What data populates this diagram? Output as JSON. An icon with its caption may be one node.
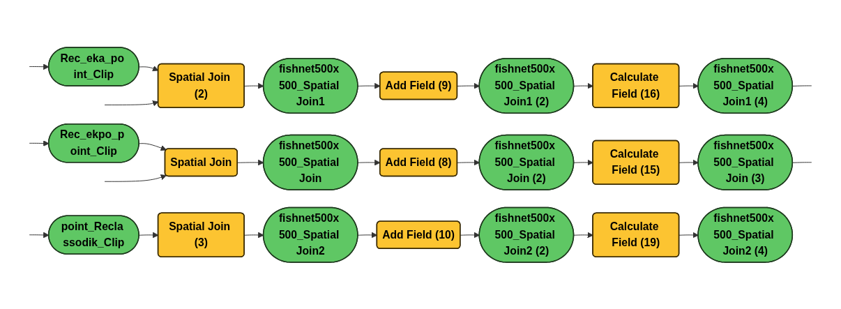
{
  "diagram": {
    "nodes": [
      {
        "text": [
          "Rec_eka_po int_Clip"
        ]
      },
      {
        "text": [
          "Spatial Join (2)"
        ]
      },
      {
        "text": [
          "fishnet500x 500_Spatial Join1"
        ]
      },
      {
        "text": [
          "Add Field (9)"
        ]
      },
      {
        "text": [
          "fishnet500x 500_Spatial Join1 (2)"
        ]
      },
      {
        "text": [
          "Calculate Field (16)"
        ]
      },
      {
        "text": [
          "fishnet500x 500_Spatial Join1 (4)"
        ]
      },
      {
        "text": [
          "Rec_ekpo_p oint_Clip"
        ]
      },
      {
        "text": [
          "Spatial Join"
        ]
      },
      {
        "text": [
          "fishnet500x 500_Spatial Join"
        ]
      },
      {
        "text": [
          "Add Field (8)"
        ]
      },
      {
        "text": [
          "fishnet500x 500_Spatial Join (2)"
        ]
      },
      {
        "text": [
          "Calculate Field (15)"
        ]
      },
      {
        "text": [
          "fishnet500x 500_Spatial Join (3)"
        ]
      },
      {
        "text": [
          "point_Recla ssodik_Clip"
        ]
      },
      {
        "text": [
          "Spatial Join (3)"
        ]
      },
      {
        "text": [
          "fishnet500x 500_Spatial Join2"
        ]
      },
      {
        "text": [
          "Add Field (10)"
        ]
      },
      {
        "text": [
          "fishnet500x 500_Spatial Join2 (2)"
        ]
      },
      {
        "text": [
          "Calculate Field (19)"
        ]
      },
      {
        "text": [
          "fishnet500x 500_Spatial Join2 (4)"
        ]
      }
    ],
    "edges": [
      {
        "from": null,
        "to": 0,
        "arrow": "to"
      },
      {
        "from": 0,
        "to": 1,
        "arrow": "to"
      },
      {
        "from": 1,
        "to": 2,
        "arrow": "to"
      },
      {
        "from": 2,
        "to": 3,
        "arrow": "to"
      },
      {
        "from": 3,
        "to": 4,
        "arrow": "to"
      },
      {
        "from": 4,
        "to": 5,
        "arrow": "to"
      },
      {
        "from": 5,
        "to": 6,
        "arrow": "to"
      },
      {
        "from": 6,
        "to": null,
        "arrow": "none"
      },
      {
        "from": null,
        "to": 1,
        "arrow": "to"
      },
      {
        "from": null,
        "to": 7,
        "arrow": "to"
      },
      {
        "from": 7,
        "to": 8,
        "arrow": "to"
      },
      {
        "from": 8,
        "to": 9,
        "arrow": "to"
      },
      {
        "from": 9,
        "to": 10,
        "arrow": "to"
      },
      {
        "from": 10,
        "to": 11,
        "arrow": "to"
      },
      {
        "from": 11,
        "to": 12,
        "arrow": "to"
      },
      {
        "from": 12,
        "to": 13,
        "arrow": "to"
      },
      {
        "from": 13,
        "to": null,
        "arrow": "none"
      },
      {
        "from": null,
        "to": 8,
        "arrow": "to"
      },
      {
        "from": null,
        "to": 14,
        "arrow": "to"
      },
      {
        "from": 14,
        "to": 15,
        "arrow": "to"
      },
      {
        "from": 15,
        "to": 16,
        "arrow": "to"
      },
      {
        "from": 16,
        "to": 17,
        "arrow": "to"
      },
      {
        "from": 17,
        "to": 18,
        "arrow": "to"
      },
      {
        "from": 18,
        "to": 19,
        "arrow": "to"
      },
      {
        "from": 19,
        "to": 20,
        "arrow": "to"
      }
    ]
  }
}
